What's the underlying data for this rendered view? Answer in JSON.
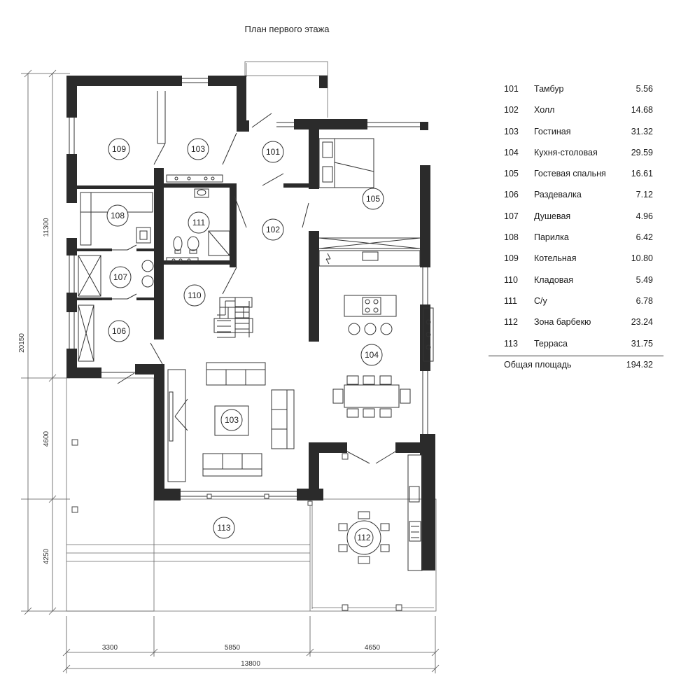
{
  "title": "План первого этажа",
  "rooms": [
    {
      "num": "101",
      "name": "Тамбур",
      "area": "5.56"
    },
    {
      "num": "102",
      "name": "Холл",
      "area": "14.68"
    },
    {
      "num": "103",
      "name": "Гостиная",
      "area": "31.32"
    },
    {
      "num": "104",
      "name": "Кухня-столовая",
      "area": "29.59"
    },
    {
      "num": "105",
      "name": "Гостевая спальня",
      "area": "16.61"
    },
    {
      "num": "106",
      "name": "Раздевалка",
      "area": "7.12"
    },
    {
      "num": "107",
      "name": "Душевая",
      "area": "4.96"
    },
    {
      "num": "108",
      "name": "Парилка",
      "area": "6.42"
    },
    {
      "num": "109",
      "name": "Котельная",
      "area": "10.80"
    },
    {
      "num": "110",
      "name": "Кладовая",
      "area": "5.49"
    },
    {
      "num": "111",
      "name": "С/у",
      "area": "6.78"
    },
    {
      "num": "112",
      "name": "Зона барбекю",
      "area": "23.24"
    },
    {
      "num": "113",
      "name": "Терраса",
      "area": "31.75"
    }
  ],
  "total": {
    "label": "Общая площадь",
    "area": "194.32"
  },
  "plan_labels": {
    "r109": "109",
    "r103a": "103",
    "r101": "101",
    "r105": "105",
    "r108": "108",
    "r111": "111",
    "r102": "102",
    "r107": "107",
    "r110": "110",
    "r106": "106",
    "r104": "104",
    "r103b": "103",
    "r113": "113",
    "r112": "112"
  },
  "dimensions": {
    "left_total": "20150",
    "left_upper": "11300",
    "left_mid": "4600",
    "left_lower": "4250",
    "bottom_a": "3300",
    "bottom_b": "5850",
    "bottom_c": "4650",
    "bottom_total": "13800"
  }
}
